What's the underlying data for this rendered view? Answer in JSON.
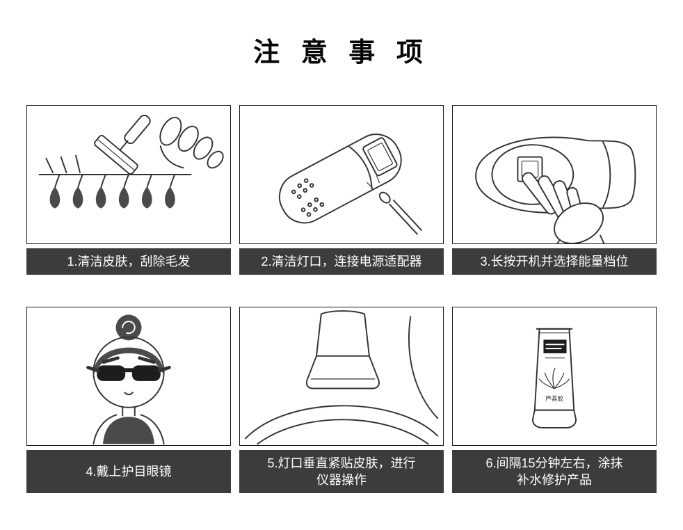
{
  "page": {
    "title": "注 意 事 项",
    "colors": {
      "caption_bar": "#3c3c3c",
      "caption_text": "#ffffff",
      "ink": "#333333",
      "background": "#ffffff"
    }
  },
  "steps": [
    {
      "caption": "1.清洁皮肤，刮除毛发",
      "illustration": "razor-shaving"
    },
    {
      "caption": "2.清洁灯口，连接电源适配器",
      "illustration": "lamp-port-cleaning"
    },
    {
      "caption": "3.长按开机并选择能量档位",
      "illustration": "power-button-press"
    },
    {
      "caption": "4.戴上护目眼镜",
      "illustration": "goggles-girl"
    },
    {
      "caption": "5.灯口垂直紧贴皮肤，进行\n仪器操作",
      "illustration": "device-on-skin"
    },
    {
      "caption": "6.间隔15分钟左右，涂抹\n补水修护产品",
      "illustration": "moisturizer-tube",
      "product_label": "芦荟胶"
    }
  ]
}
